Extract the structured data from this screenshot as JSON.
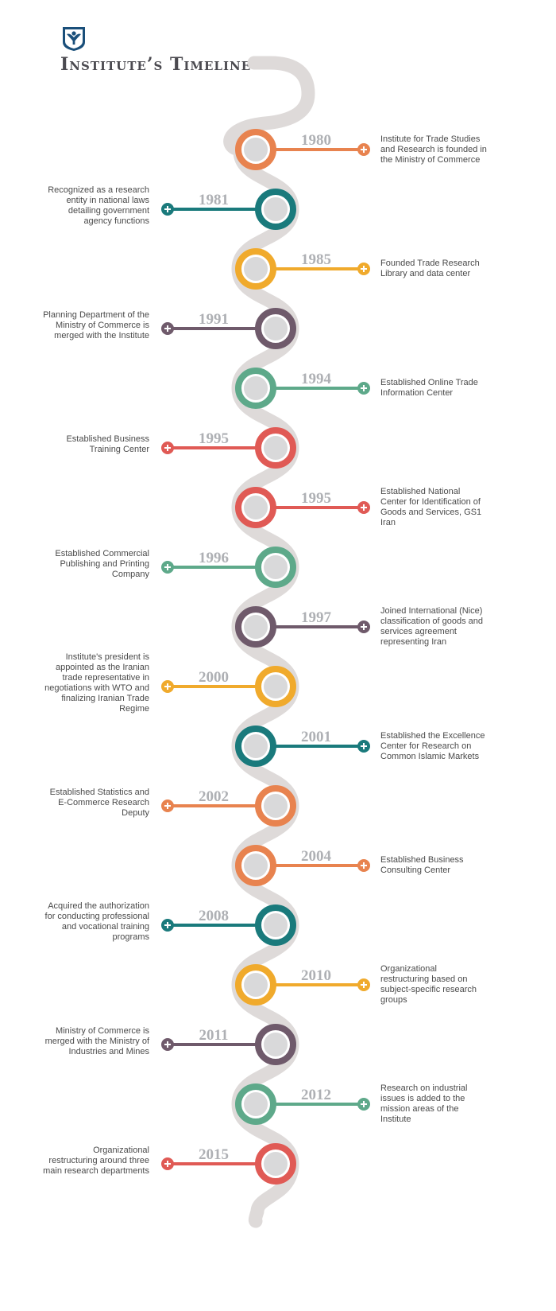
{
  "header": {
    "title": "Institute’s Timeline",
    "logo_icon": "institute-emblem-icon",
    "brand_color": "#1a4f7a"
  },
  "colors": {
    "orange": "#e8834f",
    "teal": "#1a7a7c",
    "yellow": "#f0aa2c",
    "plum": "#6f5a6b",
    "green": "#5ea98a",
    "red": "#e05a55",
    "track": "#dedad9",
    "year_text": "#aeb0b4"
  },
  "timeline": [
    {
      "year": "1980",
      "side": "right",
      "color": "orange",
      "text": "Institute for Trade Studies and Research is founded in the Ministry of Commerce",
      "icon": "plus-icon"
    },
    {
      "year": "1981",
      "side": "left",
      "color": "teal",
      "text": "Recognized as a research entity in national laws detailing government agency functions",
      "icon": "plus-icon"
    },
    {
      "year": "1985",
      "side": "right",
      "color": "yellow",
      "text": "Founded Trade Research Library and data center",
      "icon": "plus-icon"
    },
    {
      "year": "1991",
      "side": "left",
      "color": "plum",
      "text": "Planning Department of the Ministry of Commerce is merged with the Institute",
      "icon": "plus-icon"
    },
    {
      "year": "1994",
      "side": "right",
      "color": "green",
      "text": "Established Online Trade Information Center",
      "icon": "plus-icon"
    },
    {
      "year": "1995",
      "side": "left",
      "color": "red",
      "text": "Established Business Training Center",
      "icon": "plus-icon"
    },
    {
      "year": "1995",
      "side": "right",
      "color": "red",
      "text": "Established National Center for Identification of Goods and Services, GS1 Iran",
      "icon": "plus-icon"
    },
    {
      "year": "1996",
      "side": "left",
      "color": "green",
      "text": "Established Commercial Publishing and Printing Company",
      "icon": "plus-icon"
    },
    {
      "year": "1997",
      "side": "right",
      "color": "plum",
      "text": "Joined International (Nice) classification of goods and services agreement representing Iran",
      "icon": "plus-icon"
    },
    {
      "year": "2000",
      "side": "left",
      "color": "yellow",
      "text": "Institute's president is appointed as the Iranian trade representative in negotiations with WTO and finalizing Iranian Trade Regime",
      "icon": "plus-icon"
    },
    {
      "year": "2001",
      "side": "right",
      "color": "teal",
      "text": "Established the Excellence Center for Research on Common Islamic Markets",
      "icon": "plus-icon"
    },
    {
      "year": "2002",
      "side": "left",
      "color": "orange",
      "text": "Established Statistics and E-Commerce Research Deputy",
      "icon": "plus-icon"
    },
    {
      "year": "2004",
      "side": "right",
      "color": "orange",
      "text": "Established Business Consulting Center",
      "icon": "plus-icon"
    },
    {
      "year": "2008",
      "side": "left",
      "color": "teal",
      "text": "Acquired the authorization for conducting professional and vocational training programs",
      "icon": "plus-icon"
    },
    {
      "year": "2010",
      "side": "right",
      "color": "yellow",
      "text": "Organizational restructuring based on subject-specific research groups",
      "icon": "plus-icon"
    },
    {
      "year": "2011",
      "side": "left",
      "color": "plum",
      "text": "Ministry of Commerce is merged with the Ministry of Industries and Mines",
      "icon": "plus-icon"
    },
    {
      "year": "2012",
      "side": "right",
      "color": "green",
      "text": "Research on industrial issues is added to the mission areas of the Institute",
      "icon": "plus-icon"
    },
    {
      "year": "2015",
      "side": "left",
      "color": "red",
      "text": "Organizational restructuring around three main research departments",
      "icon": "plus-icon"
    }
  ]
}
